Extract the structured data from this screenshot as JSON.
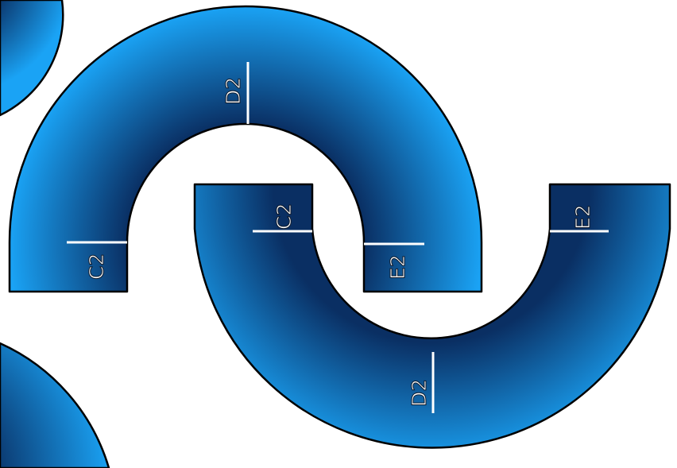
{
  "colors": {
    "pipe_light": "#1aa3f5",
    "pipe_dark": "#0a2f63",
    "outline": "#000000",
    "label": "#ffffff",
    "background": "#ffffff"
  },
  "pieces": [
    {
      "name": "upper-arch",
      "labels": [
        "C2",
        "D2",
        "E2"
      ]
    },
    {
      "name": "lower-arch",
      "labels": [
        "C2",
        "D2",
        "E2"
      ]
    }
  ]
}
